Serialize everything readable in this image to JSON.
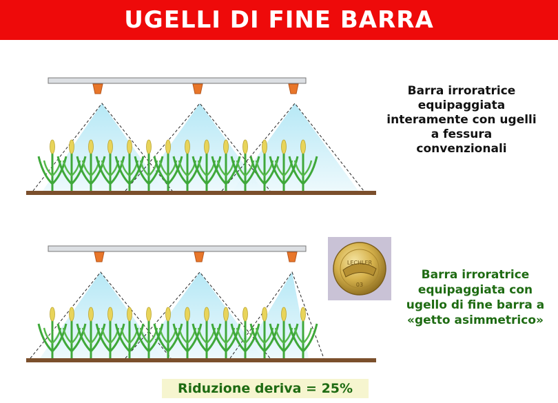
{
  "title": "UGELLI DI FINE BARRA",
  "top": {
    "caption": "Barra irroratrice equipaggiata interamente con ugelli a fessura convenzionali"
  },
  "bottom": {
    "caption": "Barra irroratrice equipaggiata con ugello di fine barra a «getto asimmetrico»",
    "nozzle_photo_text": {
      "brand": "LECHLER",
      "code": "03"
    }
  },
  "result": "Riduzione deriva = 25%",
  "colors": {
    "title_bar": "#ee0a0a",
    "boom": "#dcdfe3",
    "nozzle": "#e8762a",
    "spray_top": "#a9e4f4",
    "ground": "#7b4f2c",
    "crop": "#3fa83a",
    "ear": "#e8d45a",
    "caption_green": "#1e6b12",
    "result_bg": "#f6f5cf"
  }
}
